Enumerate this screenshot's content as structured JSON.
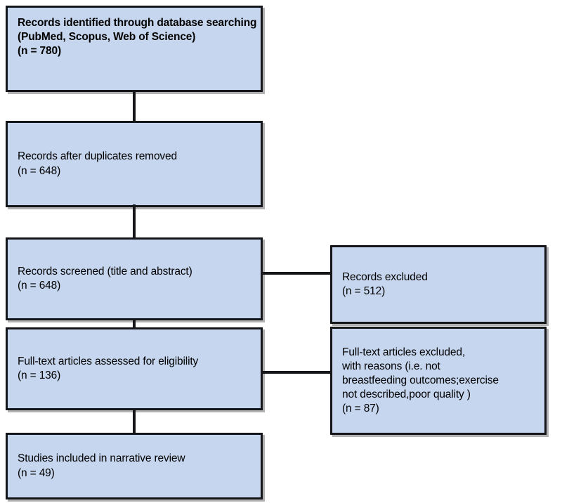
{
  "diagram": {
    "type": "prisma-flow-diagram",
    "colors": {
      "box_fill": "#c6d6ee",
      "box_border": "#15161a",
      "connector": "#15161a",
      "text": "#000000",
      "background": "#ffffff"
    },
    "nodes": {
      "identified": {
        "text": "Records identified through database searching\n(PubMed, Scopus, Web of Science)\n(n = 780)",
        "count_label": "(n = 780)",
        "count": 780,
        "bold": true
      },
      "duplicates_removed": {
        "text": "Records after duplicates removed\n(n = 648)",
        "count_label": "(n = 648)",
        "count": 648,
        "bold": false
      },
      "screened": {
        "text": "Records screened (title and abstract)\n(n = 648)",
        "count_label": "(n = 648)",
        "count": 648,
        "bold": false
      },
      "records_excluded": {
        "text": "Records excluded\n(n = 512)",
        "count_label": "(n = 512)",
        "count": 512,
        "bold": false
      },
      "fulltext_assessed": {
        "text": "Full-text articles assessed for eligibility\n(n = 136)",
        "count_label": "(n = 136)",
        "count": 136,
        "bold": false
      },
      "fulltext_excluded": {
        "text": "Full-text articles excluded,\nwith reasons (i.e. not\nbreastfeeding outcomes;exercise\nnot described,poor quality )\n(n = 87)",
        "count_label": "(n = 87)",
        "count": 87,
        "bold": false
      },
      "included": {
        "text": "Studies included in narrative review\n(n = 49)",
        "count_label": "(n = 49)",
        "count": 49,
        "bold": false
      }
    },
    "edges": [
      {
        "from": "identified",
        "to": "duplicates_removed",
        "orientation": "vertical"
      },
      {
        "from": "duplicates_removed",
        "to": "screened",
        "orientation": "vertical"
      },
      {
        "from": "screened",
        "to": "fulltext_assessed",
        "orientation": "vertical"
      },
      {
        "from": "fulltext_assessed",
        "to": "included",
        "orientation": "vertical"
      },
      {
        "from": "screened",
        "to": "records_excluded",
        "orientation": "horizontal"
      },
      {
        "from": "fulltext_assessed",
        "to": "fulltext_excluded",
        "orientation": "horizontal"
      }
    ]
  }
}
